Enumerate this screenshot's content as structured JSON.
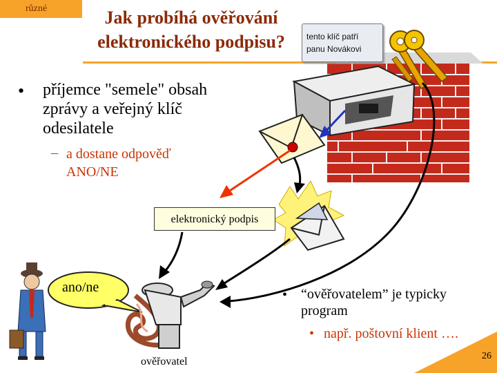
{
  "tag": "různé",
  "title": "Jak probíhá ověřování elektronického podpisu?",
  "bullet1": "příjemce \"semele\" obsah zprávy a veřejný klíč odesilatele",
  "bullet1_sub": "a dostane odpověď ANO/NE",
  "sign_text": "tento klíč patří panu Novákovi",
  "signature_box": "elektronický podpis",
  "bubble_text": "ano/ne",
  "verifier_label": "ověřovatel",
  "bullet2": "“ověřovatelem” je typicky program",
  "bullet2_sub": "např. poštovní klient ….",
  "page_number": "26",
  "colors": {
    "accent": "#f7a32a",
    "title": "#8b2a08",
    "sub": "#cc3300",
    "brick": "#c42a1c"
  }
}
